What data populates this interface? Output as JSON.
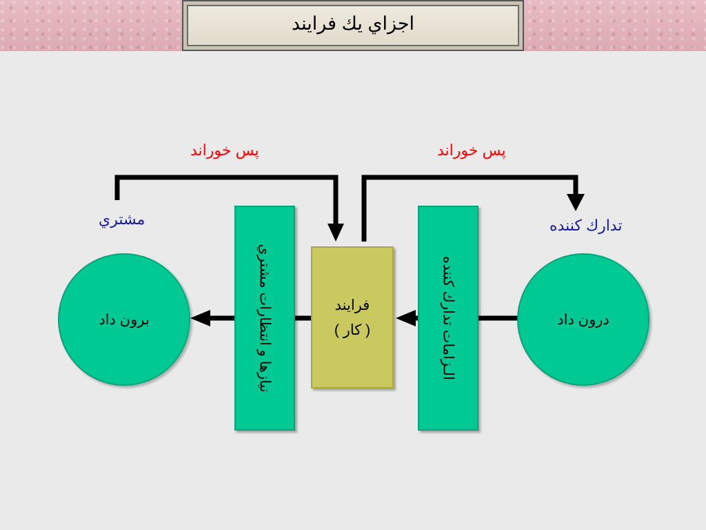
{
  "slide": {
    "title": "اجزاي يك فرايند"
  },
  "diagram": {
    "feedback_left": "پس خوراند",
    "feedback_right": "پس خوراند",
    "customer_label": "مشتري",
    "supplier_label": "تدارك كننده",
    "output_circle": "برون داد",
    "input_circle": "درون داد",
    "customer_needs_bar": "نيازها و انتظارات مشتري",
    "supplier_requirements_bar": "الـزامات   تدارك كننده",
    "process_title": "فرايند",
    "process_subtitle": "( كار )"
  },
  "colors": {
    "accent_green": "#00c993",
    "process_fill": "#c9c95f",
    "feedback_text": "#ff0000",
    "party_text": "#1a1aa0"
  }
}
